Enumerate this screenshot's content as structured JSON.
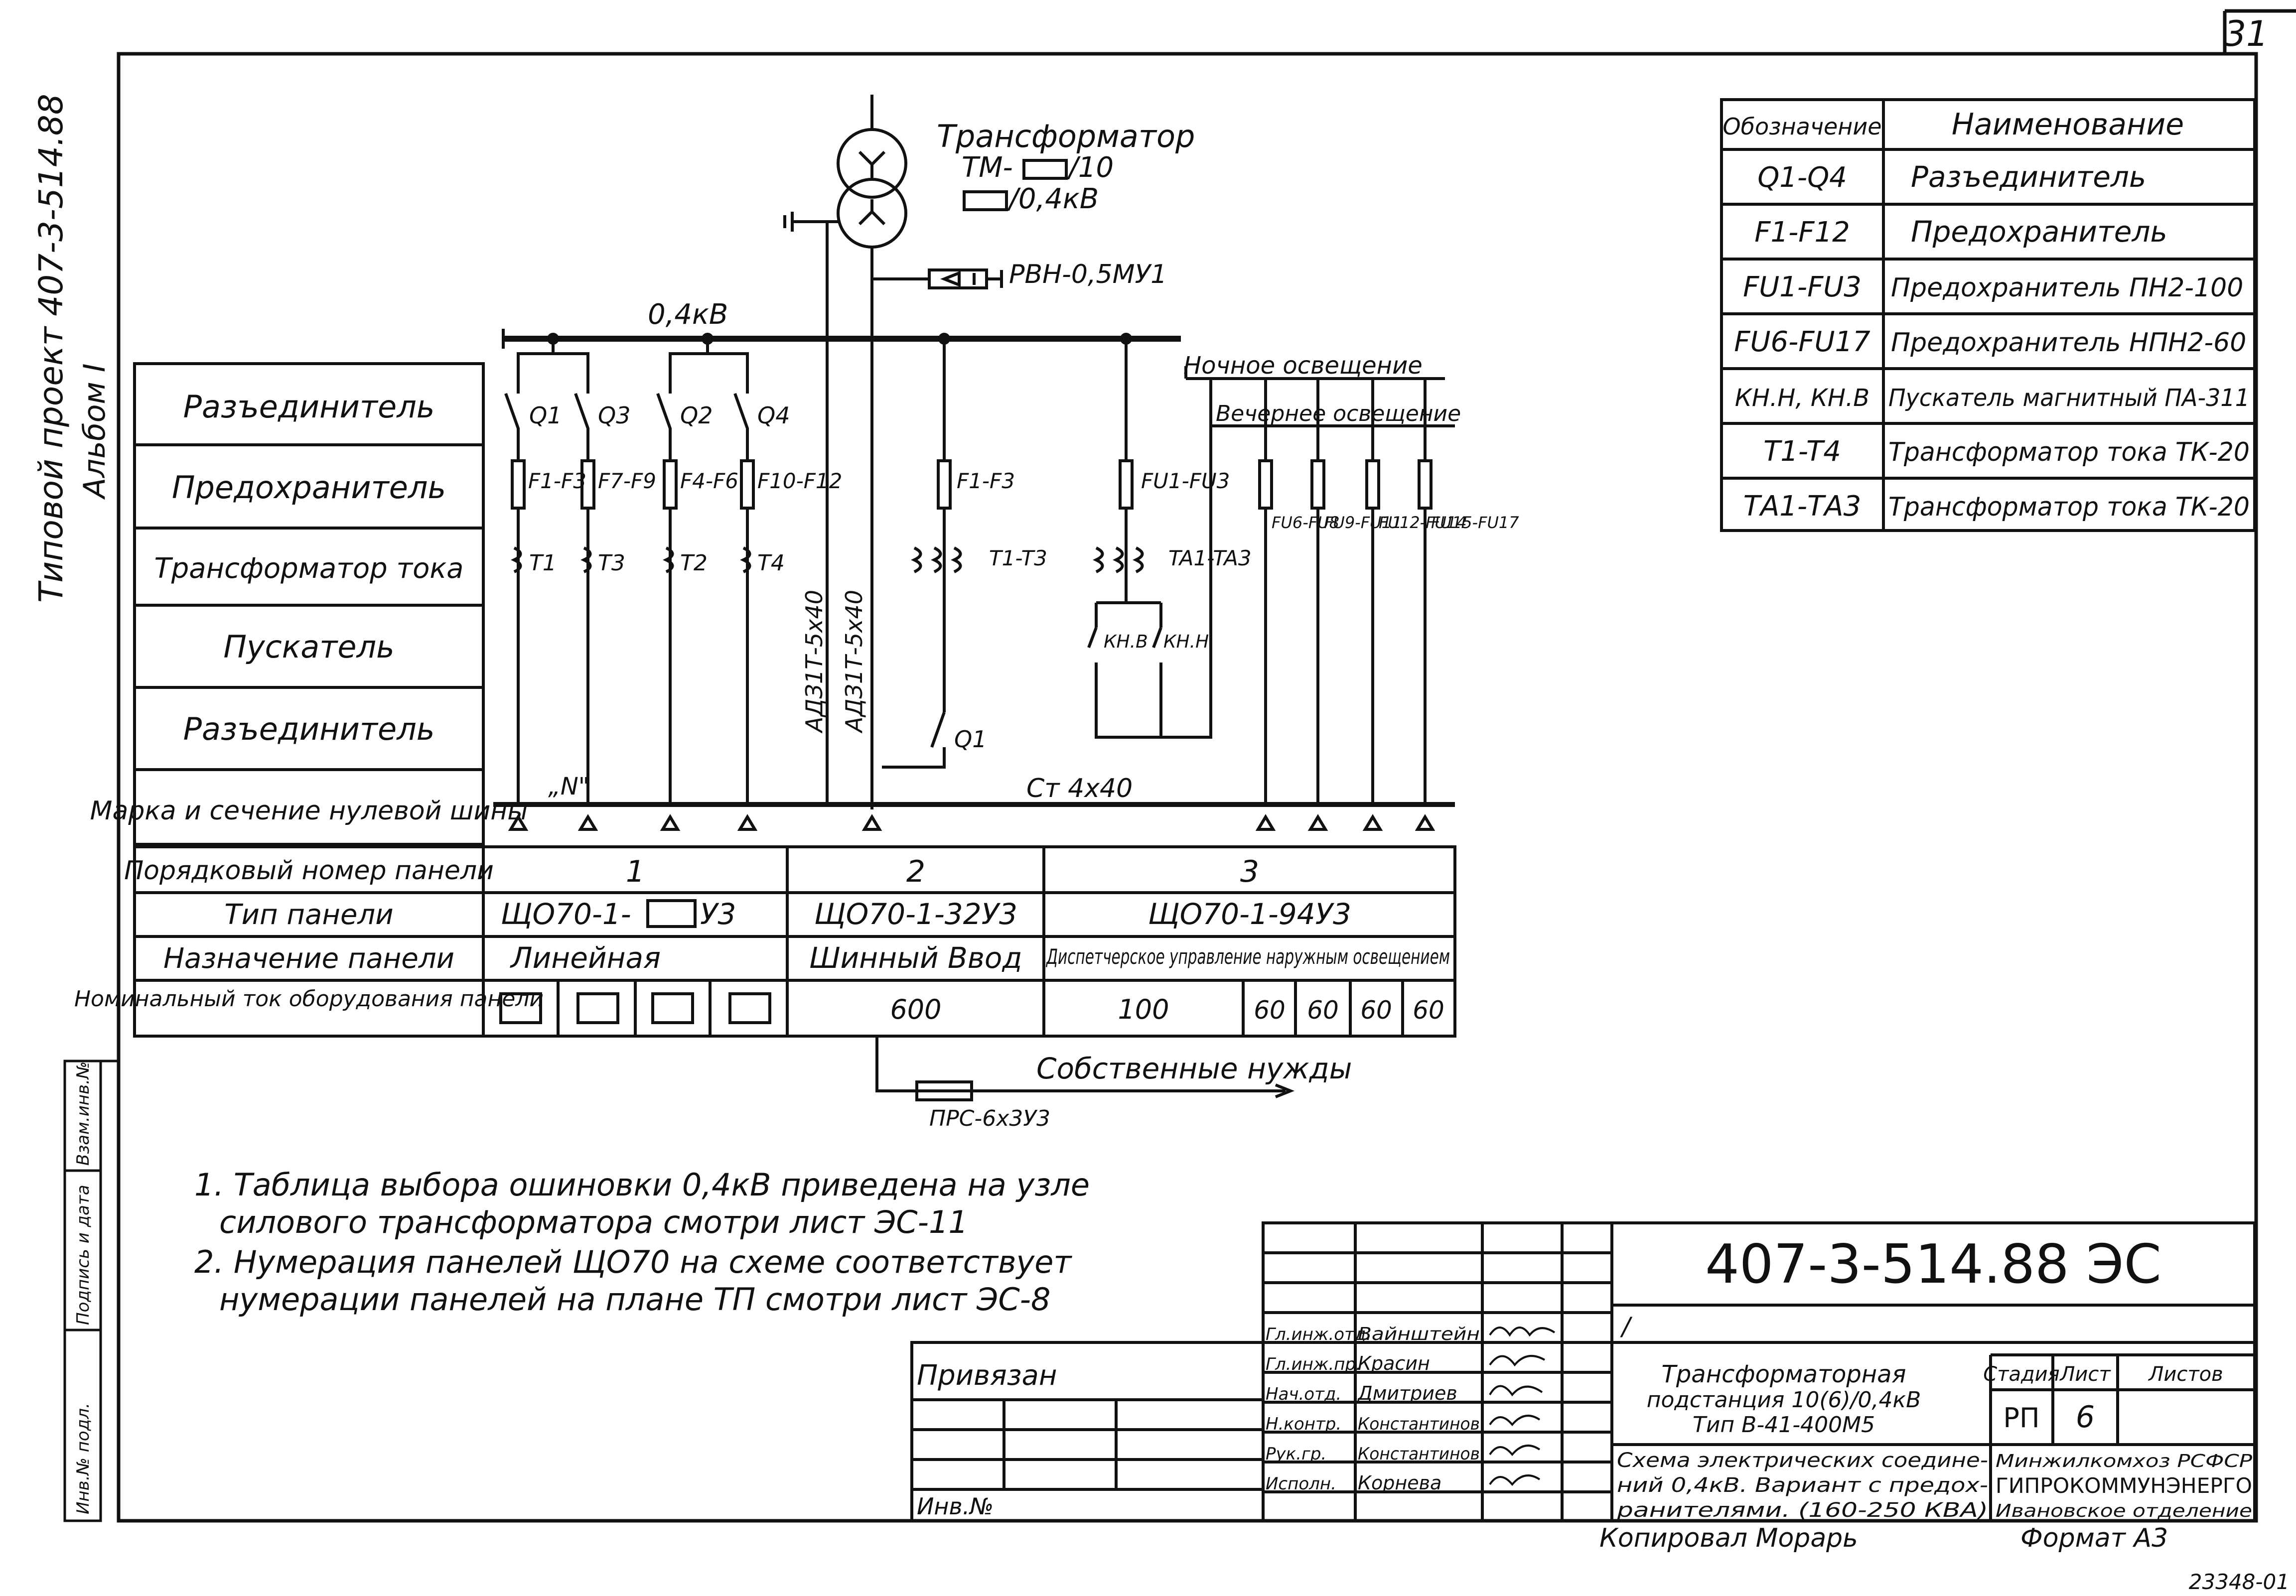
{
  "sheet": {
    "page_number": "31",
    "margin_project": "Типовой проект 407-3-514.88",
    "margin_album": "Альбом I",
    "bottom_number": "23348-01"
  },
  "side_stamp": [
    "Инв.№ подл.",
    "Подпись и дата",
    "Взам.инв.№"
  ],
  "scheme": {
    "transformer_label": "Трансформатор",
    "transformer_type": "ТМ-",
    "transformer_hv": "/10",
    "transformer_lv": "/0,4кВ",
    "arrester_label": "РВН-0,5МУ1",
    "bus_voltage": "0,4кВ",
    "cable_1": "АДЗ1Т-5х40",
    "cable_2": "АДЗ1Т-5х40",
    "neutral_bus": "Ст 4х40",
    "n_marker": "„N\"",
    "night_lighting": "Ночное освещение",
    "evening_lighting": "Вечернее освещение",
    "own_needs": "Собственные нужды",
    "own_needs_fuse": "ПРС-6х3У3",
    "switch_labels": [
      "Q1",
      "Q3",
      "Q2",
      "Q4",
      "Q1"
    ],
    "fuse_labels": [
      "F1-F3",
      "F7-F9",
      "F4-F6",
      "F10-F12",
      "F1-F3",
      "FU1-FU3"
    ],
    "ct_labels": [
      "T1",
      "T3",
      "T2",
      "T4",
      "T1-T3",
      "TA1-TA3"
    ],
    "contactor_labels": [
      "КН.В",
      "КН.Н"
    ],
    "feeder_fuse_labels": [
      "FU6-FU8",
      "FU9-FU11",
      "FU12-FU14",
      "FU15-FU17"
    ]
  },
  "row_labels": [
    "Разъединитель",
    "Предохранитель",
    "Трансформатор тока",
    "Пускатель",
    "Разъединитель",
    "Марка и сечение нулевой шины"
  ],
  "panel_table": {
    "rows": [
      {
        "label": "Порядковый номер панели",
        "cells": [
          "1",
          "2",
          "3"
        ]
      },
      {
        "label": "Тип панели",
        "cells": [
          "ЩО70-1-",
          "У3",
          "ЩО70-1-32У3",
          "ЩО70-1-94У3"
        ]
      },
      {
        "label": "Назначение панели",
        "cells": [
          "Линейная",
          "Шинный Ввод",
          "Диспетчерское управление наружным освещением"
        ]
      },
      {
        "label": "Номинальный ток оборудования панели",
        "cells": [
          "600",
          "100",
          "60",
          "60",
          "60",
          "60"
        ]
      }
    ]
  },
  "legend": {
    "headers": [
      "Обозначение",
      "Наименование"
    ],
    "rows": [
      [
        "Q1-Q4",
        "Разъединитель"
      ],
      [
        "F1-F12",
        "Предохранитель"
      ],
      [
        "FU1-FU3",
        "Предохранитель ПН2-100"
      ],
      [
        "FU6-FU17",
        "Предохранитель НПН2-60"
      ],
      [
        "КН.Н, КН.В",
        "Пускатель магнитный ПА-311"
      ],
      [
        "T1-T4",
        "Трансформатор тока ТК-20"
      ],
      [
        "ТА1-ТА3",
        "Трансформатор тока ТК-20"
      ]
    ]
  },
  "notes": [
    "1. Таблица выбора ошиновки 0,4кВ приведена на узле",
    "силового трансформатора смотри лист ЭС-11",
    "2. Нумерация панелей ЩО70 на схеме соответствует",
    "нумерации панелей на плане ТП смотри лист ЭС-8"
  ],
  "title_block": {
    "code": "407-3-514.88 ЭС",
    "tick": "/",
    "privyazan": "Привязан",
    "inv_no": "Инв.№",
    "roles": [
      "Гл.инж.отд.",
      "Гл.инж.пр.",
      "Нач.отд.",
      "Н.контр.",
      "Рук.гр.",
      "Исполн."
    ],
    "names": [
      "Вайнштейн",
      "Красин",
      "Дмитриев",
      "Константинов",
      "Константинов",
      "Корнева"
    ],
    "object_lines": [
      "Трансформаторная",
      "подстанция 10(6)/0,4кВ",
      "Тип В-41-400М5"
    ],
    "sheet_lines": [
      "Схема электрических соедине-",
      "ний 0,4кВ. Вариант с предох-",
      "ранителями. (160-250 КВА)"
    ],
    "stage_label": "Стадия",
    "stage": "РП",
    "list_label": "Лист",
    "list": "6",
    "lists_label": "Листов",
    "org_lines": [
      "Минжилкомхоз РСФСР",
      "ГИПРОКОММУНЭНЕРГО",
      "Ивановское отделение"
    ],
    "copied": "Копировал Морарь",
    "format": "Формат А3"
  }
}
